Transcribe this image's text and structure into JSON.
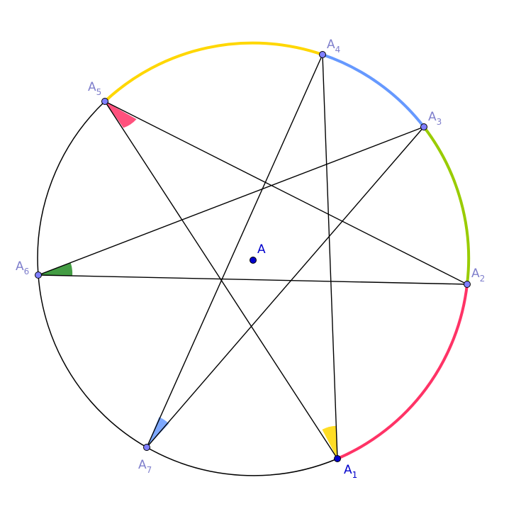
{
  "center": {
    "label": "A",
    "color": "#0000cc"
  },
  "vertices": [
    {
      "base": "A",
      "sub": "1",
      "color": "#0000cc"
    },
    {
      "base": "A",
      "sub": "2",
      "color": "#7f7fcc"
    },
    {
      "base": "A",
      "sub": "3",
      "color": "#7f7fcc"
    },
    {
      "base": "A",
      "sub": "4",
      "color": "#7f7fcc"
    },
    {
      "base": "A",
      "sub": "5",
      "color": "#7f7fcc"
    },
    {
      "base": "A",
      "sub": "6",
      "color": "#7f7fcc"
    },
    {
      "base": "A",
      "sub": "7",
      "color": "#7f7fcc"
    }
  ],
  "colors": {
    "circle": "#000000",
    "chords": "#000000",
    "arc_A1_A2": "#ff3366",
    "arc_A2_A3": "#99cc00",
    "arc_A3_A4": "#6699ff",
    "arc_A4_A5": "#ffd700",
    "angle_A1": "#ffd700",
    "angle_A5": "#ff3366",
    "angle_A6": "#228b22",
    "angle_A7": "#6699ff",
    "point_fill": "#7f7fff",
    "point_fill_center": "#0000cc"
  }
}
